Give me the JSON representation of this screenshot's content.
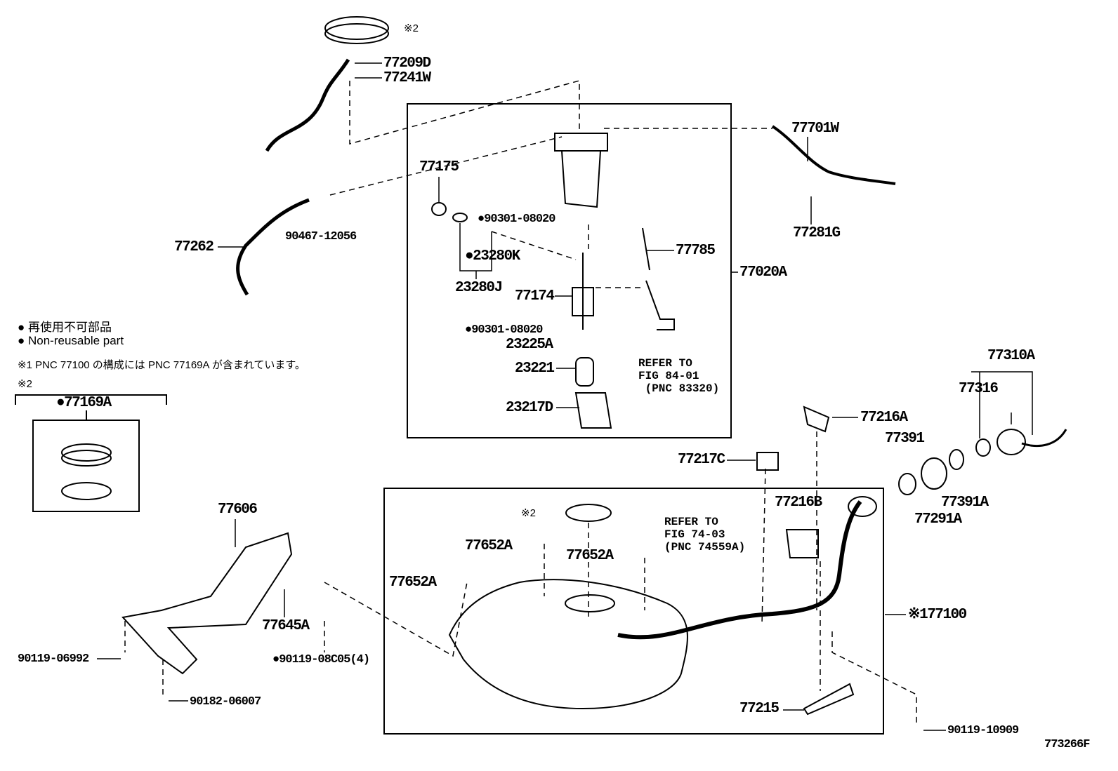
{
  "figure_id": "773266F",
  "legend": {
    "non_reusable_jp": "● 再使用不可部品",
    "non_reusable_en": "● Non-reusable part",
    "note1": "※1 PNC 77100 の構成には PNC 77169A が含まれています。",
    "note2": "※2"
  },
  "labels": {
    "p77209D": "77209D",
    "p77241W": "77241W",
    "mark2_top": "※2",
    "p77701W": "77701W",
    "p77175": "77175",
    "p77262": "77262",
    "p90467": "90467-12056",
    "p90301_a": "●90301-08020",
    "p23280K": "●23280K",
    "p23280J": "23280J",
    "p77174": "77174",
    "p77785": "77785",
    "p77020A": "77020A",
    "p77281G": "77281G",
    "p90301_b": "●90301-08020",
    "p23225A": "23225A",
    "p23221": "23221",
    "p23217D": "23217D",
    "p77310A": "77310A",
    "p77316": "77316",
    "p77216A": "77216A",
    "p77391": "77391",
    "p77217C": "77217C",
    "p77391A": "77391A",
    "p77291A": "77291A",
    "p77216B": "77216B",
    "mark2_tank": "※2",
    "p77606": "77606",
    "p77652A_1": "77652A",
    "p77652A_2": "77652A",
    "p77652A_3": "77652A",
    "p77100": "※177100",
    "p77645A": "77645A",
    "p90119_06992": "90119-06992",
    "p90119_08C05": "●90119-08C05(4)",
    "p90182": "90182-06007",
    "p77215": "77215",
    "p90119_10909": "90119-10909",
    "p77169A": "●77169A"
  },
  "refs": {
    "ref1": "REFER TO\nFIG 84-01\n (PNC 83320)",
    "ref2": "REFER TO\nFIG 74-03\n(PNC 74559A)"
  }
}
